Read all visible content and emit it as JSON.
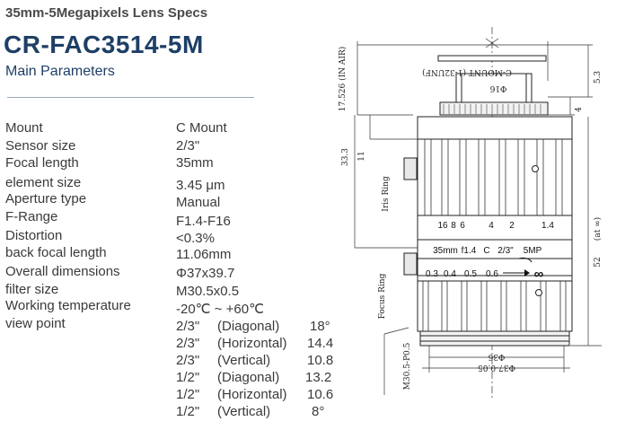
{
  "header": {
    "supertitle": "35mm-5Megapixels Lens Specs",
    "model": "CR-FAC3514-5M",
    "section": "Main Parameters"
  },
  "specs": [
    {
      "label": "Mount",
      "value": "C Mount"
    },
    {
      "label": "Sensor size",
      "value": "2/3\""
    },
    {
      "label": "Focal length",
      "value": "35mm"
    },
    {
      "label": "element size",
      "value": "3.45 μm"
    },
    {
      "label": "Aperture type",
      "value": "Manual"
    },
    {
      "label": "F-Range",
      "value": "F1.4-F16"
    },
    {
      "label": "Distortion",
      "value": "<0.3%"
    },
    {
      "label": "back focal length",
      "value": "11.06mm"
    },
    {
      "label": "Overall dimensions",
      "value": "Φ37x39.7"
    },
    {
      "label": "filter size",
      "value": "M30.5x0.5"
    },
    {
      "label": "Working temperature",
      "value": "-20℃ ~ +60℃"
    },
    {
      "label": "view point",
      "value": ""
    }
  ],
  "view_points": [
    {
      "size": "2/3\"",
      "axis": "(Diagonal)",
      "angle": "18°"
    },
    {
      "size": "2/3\"",
      "axis": "(Horizontal)",
      "angle": "14.4"
    },
    {
      "size": "2/3\"",
      "axis": "(Vertical)",
      "angle": "10.8"
    },
    {
      "size": "1/2\"",
      "axis": "(Diagonal)",
      "angle": "13.2"
    },
    {
      "size": "1/2\"",
      "axis": "(Horizontal)",
      "angle": "10.6"
    },
    {
      "size": "1/2\"",
      "axis": "(Vertical)",
      "angle": "8°"
    }
  ],
  "drawing": {
    "mount_label": "C-MOUNT (1-32UNF)",
    "flange_label": "17.526 (IN AIR)",
    "d1": "Φ16",
    "d2": "5.3",
    "d3": "4",
    "d4": "33.3",
    "d5": "11",
    "d6": "(at ∞)",
    "d7": "52",
    "iris_ring": "Iris Ring",
    "focus_ring": "Focus Ring",
    "f_scale": [
      "16",
      "8",
      "6",
      "4",
      "2",
      "1.4"
    ],
    "lens_marking": {
      "focal": "35mm",
      "fnum": "f1.4",
      "brand": "C",
      "size": "2/3\"",
      "mp": "5MP"
    },
    "focus_scale": [
      "0.3",
      "0.4",
      "0.5",
      "0.6",
      "∞"
    ],
    "d8": "Φ36",
    "d9": "Φ37-0.05",
    "filter_label": "M30.5-P0.5"
  }
}
